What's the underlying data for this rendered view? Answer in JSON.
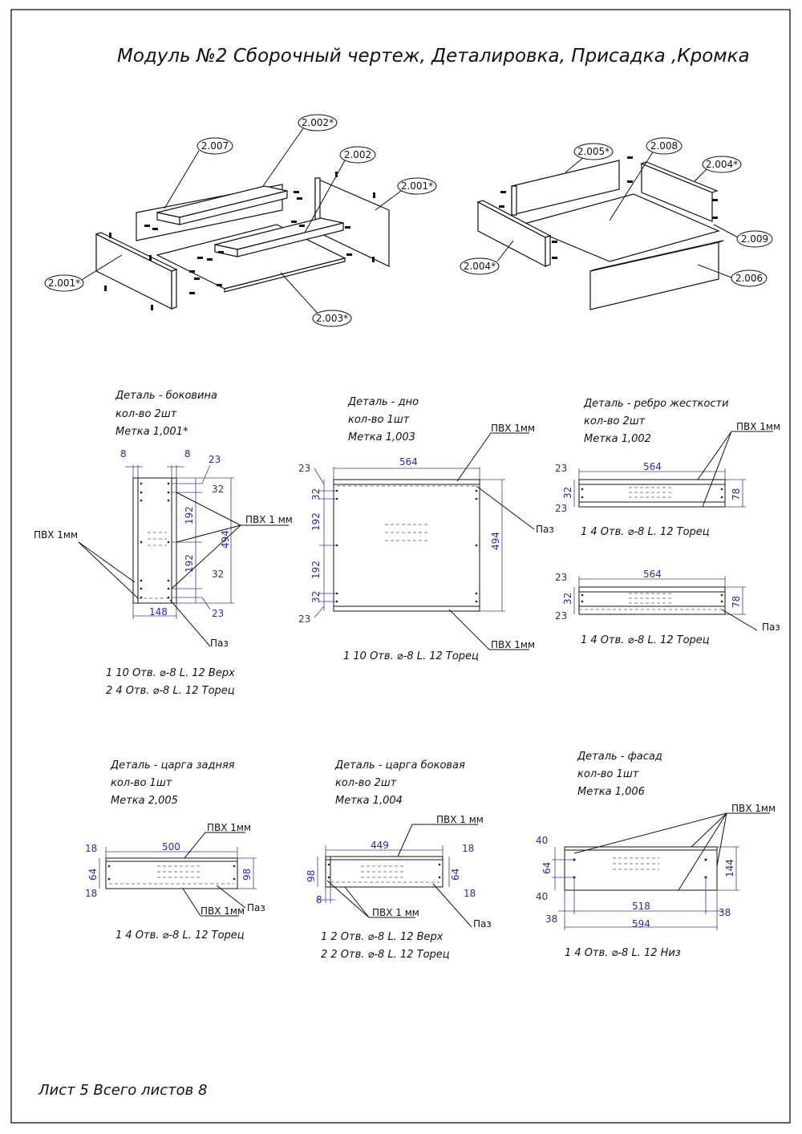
{
  "title": "Модуль №2 Сборочный чертеж, Деталировка, Присадка ,Кромка",
  "footer": "Лист 5 Всего листов 8",
  "assembly_left": {
    "labels": [
      "2.002*",
      "2.007",
      "2.002",
      "2.001*",
      "2.001*",
      "2.003*"
    ]
  },
  "assembly_right": {
    "labels": [
      "2.005*",
      "2.008",
      "2.004*",
      "2.009",
      "2.004*",
      "2.006"
    ]
  },
  "parts": {
    "side": {
      "name": "Деталь - боковина",
      "qty": "кол-во 2шт",
      "mark": "Метка 1,001*",
      "dims": {
        "w_top_left": "8",
        "w_top_right": "8",
        "d23a": "23",
        "d32a": "32",
        "d192a": "192",
        "d494": "494",
        "d192b": "192",
        "d32b": "32",
        "d23b": "23",
        "d148": "148"
      },
      "pvc_left": "ПВХ 1мм",
      "pvc_right": "ПВХ 1 мм",
      "groove": "Паз",
      "notes": [
        "1  10 Отв. ⌀-8 L. 12 Верх",
        "2  4 Отв. ⌀-8 L. 12 Торец"
      ]
    },
    "bottom": {
      "name": "Деталь - дно",
      "qty": "кол-во 1шт",
      "mark": "Метка 1,003",
      "dims": {
        "w564": "564",
        "d23a": "23",
        "d32a": "32",
        "d192a": "192",
        "d192b": "192",
        "d32b": "32",
        "d23b": "23",
        "d494": "494"
      },
      "pvc_top": "ПВХ 1мм",
      "pvc_bottom": "ПВХ 1мм",
      "groove": "Паз",
      "notes": [
        "1  10 Отв. ⌀-8 L. 12 Торец"
      ]
    },
    "rib": {
      "name": "Деталь - ребро жесткости",
      "qty": "кол-во 2шт",
      "mark": "Метка 1,002",
      "pvc": "ПВХ 1мм",
      "groove": "Паз",
      "top": {
        "w564": "564",
        "d23a": "23",
        "d32": "32",
        "d23b": "23",
        "d78": "78"
      },
      "bottom": {
        "w564": "564",
        "d23a": "23",
        "d32": "32",
        "d23b": "23",
        "d78": "78"
      },
      "notes": [
        "1  4 Отв. ⌀-8 L. 12 Торец",
        "1  4 Отв. ⌀-8 L. 12 Торец"
      ]
    },
    "back": {
      "name": "Деталь - царга задняя",
      "qty": "кол-во 1шт",
      "mark": "Метка 2,005",
      "dims": {
        "w500": "500",
        "d18a": "18",
        "d64": "64",
        "d18b": "18",
        "d98": "98"
      },
      "pvc_top": "ПВХ 1мм",
      "pvc_bottom": "ПВХ 1мм",
      "groove": "Паз",
      "notes": [
        "1  4 Отв. ⌀-8 L. 12 Торец"
      ]
    },
    "sidewall": {
      "name": "Деталь - царга боковая",
      "qty": "кол-во 2шт",
      "mark": "Метка 1,004",
      "dims": {
        "w449": "449",
        "d18a": "18",
        "d64": "64",
        "d18b": "18",
        "d98": "98",
        "d8": "8"
      },
      "pvc_top": "ПВХ 1 мм",
      "pvc_bottom": "ПВХ 1 мм",
      "groove": "Паз",
      "notes": [
        "1  2 Отв. ⌀-8 L. 12 Верх",
        "2  2 Отв. ⌀-8 L. 12 Торец"
      ]
    },
    "facade": {
      "name": "Деталь - фасад",
      "qty": "кол-во 1шт",
      "mark": "Метка 1,006",
      "dims": {
        "d40a": "40",
        "d64": "64",
        "d40b": "40",
        "d144": "144",
        "d518": "518",
        "d38a": "38",
        "d38b": "38",
        "d594": "594"
      },
      "pvc": "ПВХ 1мм",
      "notes": [
        "1  4 Отв. ⌀-8 L. 12 Низ"
      ]
    }
  }
}
